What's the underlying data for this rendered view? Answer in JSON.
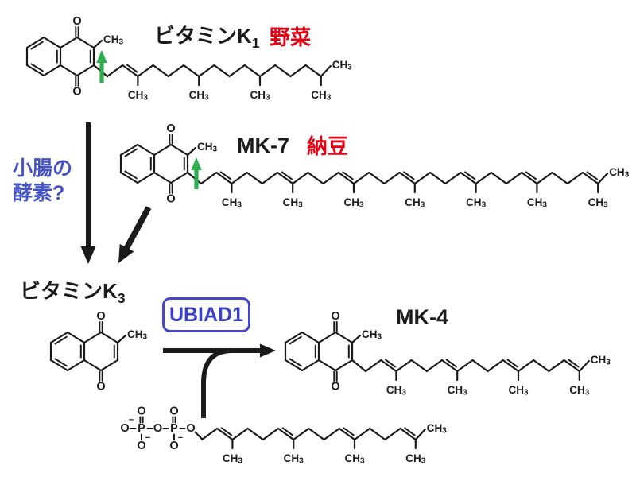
{
  "diagram": {
    "background": "#ffffff",
    "labels": {
      "vitamin_k1": {
        "base": "ビタミンK",
        "sub": "1"
      },
      "vitamin_k1_source": "野菜",
      "mk7": "MK-7",
      "mk7_source": "納豆",
      "intestinal_enzyme": {
        "line1": "小腸の",
        "line2": "酵素?"
      },
      "vitamin_k3": {
        "base": "ビタミンK",
        "sub": "3"
      },
      "enzyme": "UBIAD1",
      "mk4": "MK-4"
    },
    "colors": {
      "source_red": "#e60012",
      "question_blue": "#4353c4",
      "enzyme_blue": "#3a41c6",
      "enzyme_box_border": "#4447c9",
      "arrow_green": "#2fad4e",
      "bond_black": "#1a1a1a"
    },
    "atoms": {
      "methyl_base": "CH",
      "methyl_sub": "3",
      "oxygen": "O",
      "phosphorus": "P",
      "charge_minus": "−"
    },
    "structures": {
      "vitamin_k1": {
        "core": "naphthoquinone",
        "chain_type": "phytyl",
        "side_chain_methyls": 4,
        "highlight": "green-up-arrow"
      },
      "mk7": {
        "core": "naphthoquinone",
        "chain_type": "polyprenyl",
        "side_chain_methyls": 7,
        "highlight": "green-up-arrow"
      },
      "vitamin_k3": {
        "core": "naphthoquinone",
        "chain_type": "none"
      },
      "mk4": {
        "core": "naphthoquinone",
        "chain_type": "polyprenyl",
        "side_chain_methyls": 4
      },
      "ggpp": {
        "core": "pyrophosphate",
        "chain_type": "polyprenyl",
        "side_chain_methyls": 4
      }
    }
  }
}
